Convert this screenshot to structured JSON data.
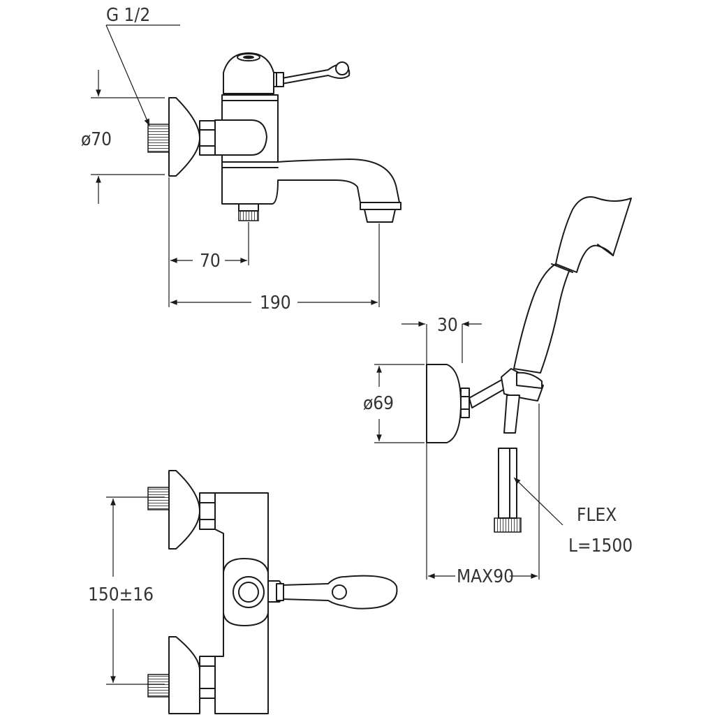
{
  "labels": {
    "thread": "G 1/2",
    "flange_dia": "ø70",
    "inlet_offset": "70",
    "total_length": "190",
    "bracket_offset": "30",
    "holder_dia": "ø69",
    "max_projection": "MAX90",
    "hose_type": "FLEX",
    "hose_length": "L=1500",
    "center_distance": "150±16"
  }
}
